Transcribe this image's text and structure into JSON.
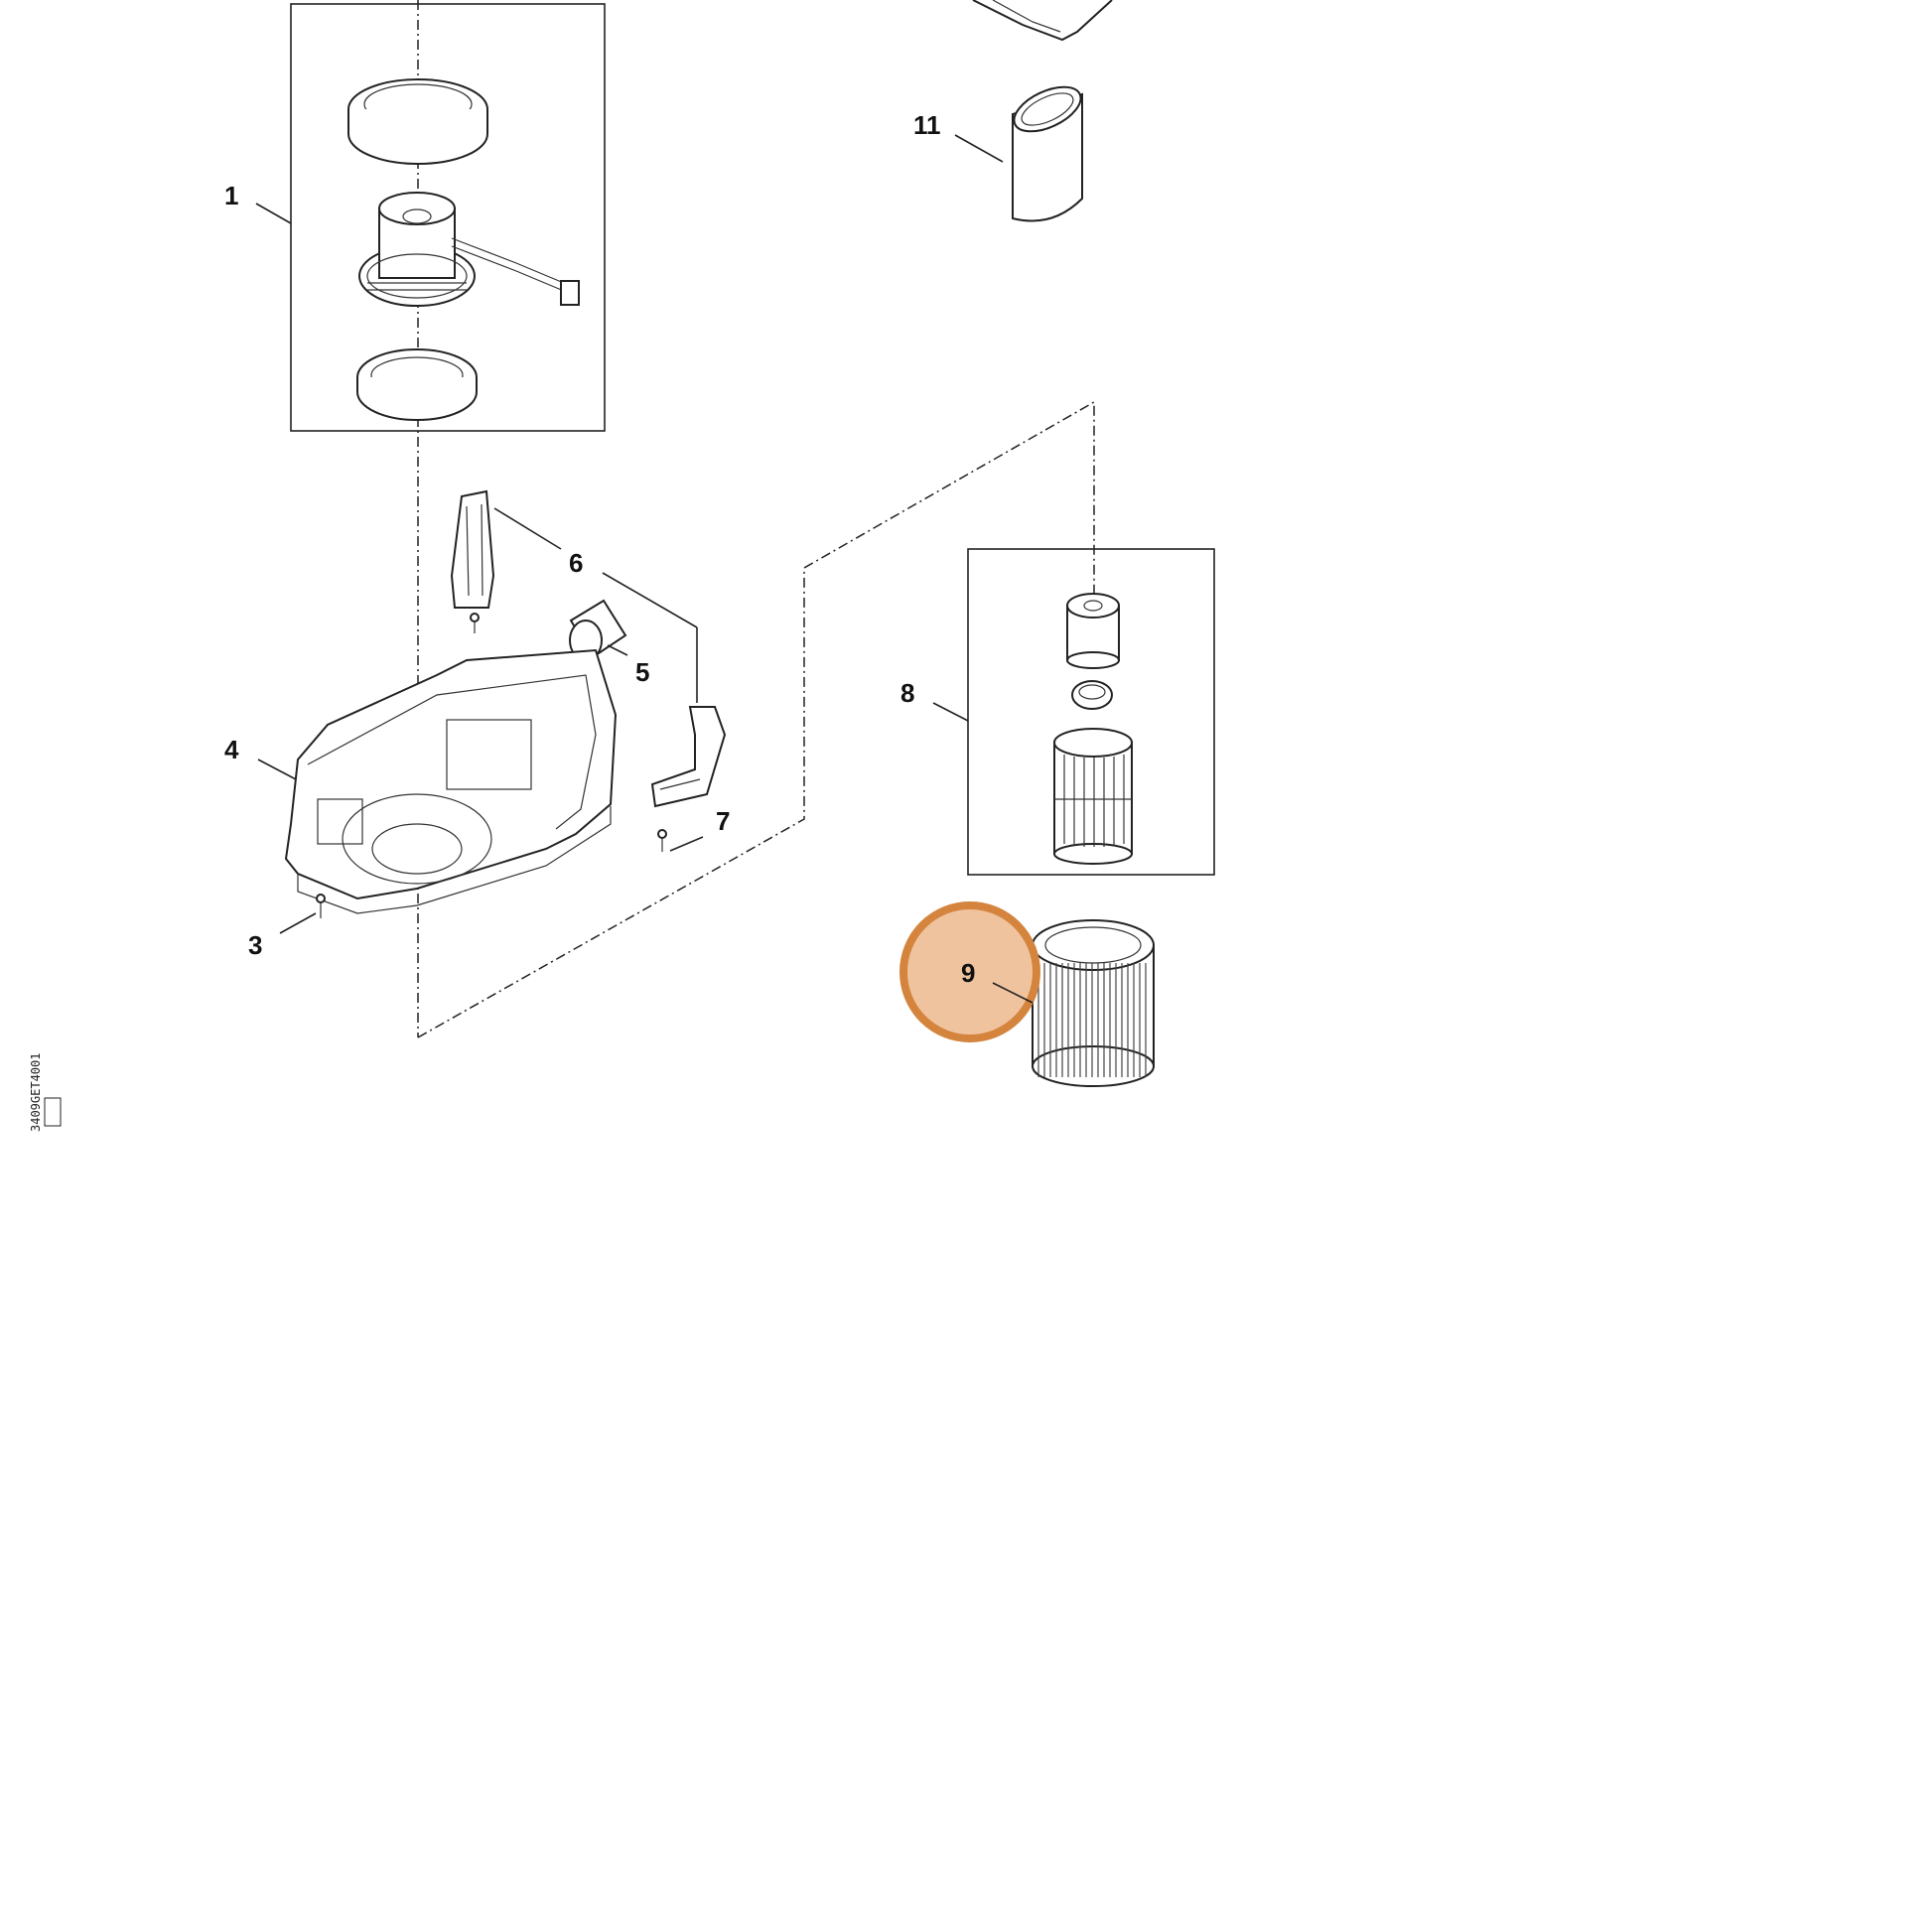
{
  "diagram": {
    "callouts": {
      "c1": "1",
      "c3": "3",
      "c4": "4",
      "c5": "5",
      "c6": "6",
      "c7": "7",
      "c8": "8",
      "c9": "9",
      "c11": "11"
    },
    "highlighted_callout": "9",
    "highlight_color": "#f0c39f",
    "highlight_ring_color": "#d4843d",
    "doc_id": "3409GET4001"
  }
}
